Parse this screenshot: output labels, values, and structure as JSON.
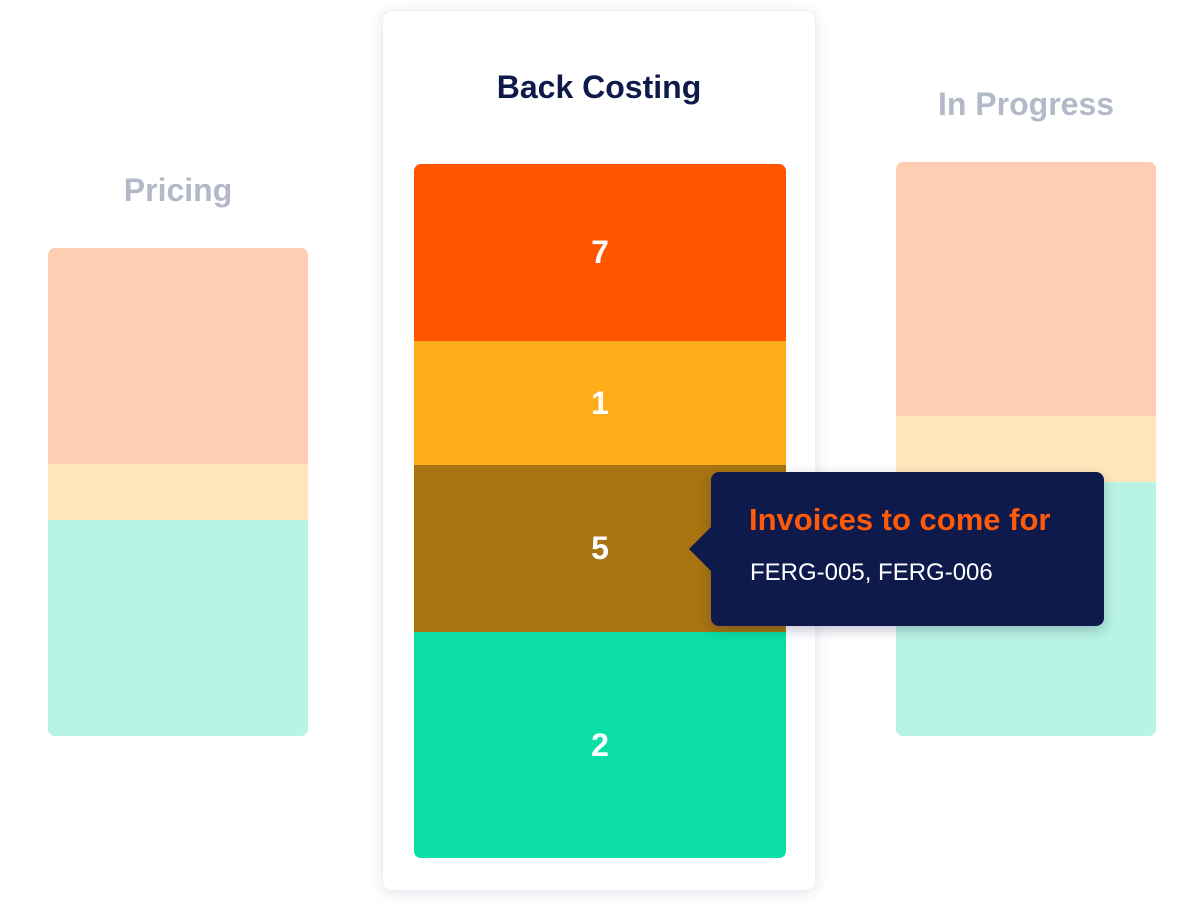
{
  "columns": {
    "pricing": {
      "label": "Pricing",
      "segments": [
        {
          "color": "#ffcdb2"
        },
        {
          "color": "#ffe7bb"
        },
        {
          "color": "#b8f3e3"
        }
      ]
    },
    "back_costing": {
      "label": "Back Costing",
      "segments": [
        {
          "value": "7",
          "color": "#ff5500"
        },
        {
          "value": "1",
          "color": "#ffad1a"
        },
        {
          "value": "5",
          "color": "#a77411"
        },
        {
          "value": "2",
          "color": "#0bdea7"
        }
      ]
    },
    "in_progress": {
      "label": "In Progress",
      "segments": [
        {
          "color": "#ffcdb2"
        },
        {
          "color": "#ffe7bb"
        },
        {
          "color": "#b8f3e3"
        }
      ]
    }
  },
  "tooltip": {
    "title": "Invoices to come for",
    "body": "FERG-005, FERG-006"
  }
}
